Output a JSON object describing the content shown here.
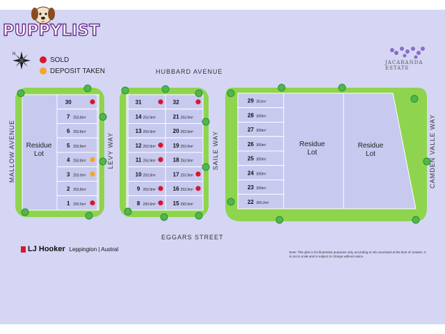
{
  "brand": {
    "name": "PUPPYLIST"
  },
  "legend": {
    "sold": "SOLD",
    "deposit": "DEPOSIT TAKEN",
    "north": "N"
  },
  "estate": "JACARANDA ESTATE",
  "streets": {
    "hubbard": "HUBBARD AVENUE",
    "eggars": "EGGARS STREET",
    "mallow": "MALLOW AVENUE",
    "levy": "LEVY WAY",
    "saile": "SAILE WAY",
    "camden": "CAMDEN VALLE WAY"
  },
  "agency": {
    "name": "LJ Hooker",
    "office": "Leppington | Austral"
  },
  "note": "Note: This plan is for illustrative purposes only, according to info accessed at the time of creation. It is not to scale and is subject to change without notice.",
  "colors": {
    "sold": "#d7172f",
    "deposit": "#f5a623",
    "lot": "#c7c9ef",
    "grass": "#8fd44e",
    "background": "#d4d6f4"
  },
  "residue": [
    {
      "id": "residue-left",
      "line1": "Residue",
      "line2": "Lot"
    },
    {
      "id": "residue-mid",
      "line1": "Residue",
      "line2": "Lot"
    },
    {
      "id": "residue-right",
      "line1": "Residue",
      "line2": "Lot"
    }
  ],
  "block1": [
    {
      "lot": "30",
      "area": "",
      "status": "sold"
    },
    {
      "lot": "7",
      "area": "253.8m²",
      "status": "available"
    },
    {
      "lot": "6",
      "area": "253.8m²",
      "status": "available"
    },
    {
      "lot": "5",
      "area": "253.8m²",
      "status": "available"
    },
    {
      "lot": "4",
      "area": "253.8m²",
      "status": "deposit"
    },
    {
      "lot": "3",
      "area": "253.9m²",
      "status": "deposit"
    },
    {
      "lot": "2",
      "area": "253.8m²",
      "status": "available"
    },
    {
      "lot": "1",
      "area": "293.5m²",
      "status": "sold"
    }
  ],
  "block2_left": [
    {
      "lot": "31",
      "area": "",
      "status": "sold"
    },
    {
      "lot": "14",
      "area": "253.9m²",
      "status": "available"
    },
    {
      "lot": "13",
      "area": "253.9m²",
      "status": "available"
    },
    {
      "lot": "12",
      "area": "253.9m²",
      "status": "sold"
    },
    {
      "lot": "11",
      "area": "253.9m²",
      "status": "sold"
    },
    {
      "lot": "10",
      "area": "253.9m²",
      "status": "available"
    },
    {
      "lot": "9",
      "area": "253.9m²",
      "status": "sold"
    },
    {
      "lot": "8",
      "area": "293.6m²",
      "status": "sold"
    }
  ],
  "block2_right": [
    {
      "lot": "32",
      "area": "",
      "status": "sold"
    },
    {
      "lot": "21",
      "area": "253.9m²",
      "status": "available"
    },
    {
      "lot": "20",
      "area": "253.9m²",
      "status": "available"
    },
    {
      "lot": "19",
      "area": "253.9m²",
      "status": "available"
    },
    {
      "lot": "18",
      "area": "253.9m²",
      "status": "available"
    },
    {
      "lot": "17",
      "area": "253.9m²",
      "status": "sold"
    },
    {
      "lot": "16",
      "area": "253.9m²",
      "status": "sold"
    },
    {
      "lot": "15",
      "area": "293.6m²",
      "status": "available"
    }
  ],
  "block3": [
    {
      "lot": "29",
      "area": "351m²",
      "status": "available"
    },
    {
      "lot": "28",
      "area": "300m²",
      "status": "available"
    },
    {
      "lot": "27",
      "area": "300m²",
      "status": "available"
    },
    {
      "lot": "26",
      "area": "300m²",
      "status": "available"
    },
    {
      "lot": "25",
      "area": "300m²",
      "status": "available"
    },
    {
      "lot": "24",
      "area": "300m²",
      "status": "available"
    },
    {
      "lot": "23",
      "area": "300m²",
      "status": "available"
    },
    {
      "lot": "22",
      "area": "350.2m²",
      "status": "available"
    }
  ]
}
